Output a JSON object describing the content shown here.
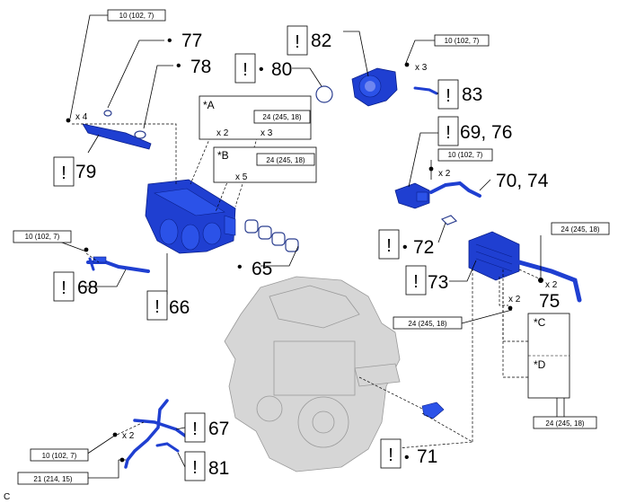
{
  "parts": {
    "p65": "65",
    "p66": "66",
    "p67": "67",
    "p68": "68",
    "p69_76": "69, 76",
    "p70_74": "70, 74",
    "p71": "71",
    "p72": "72",
    "p73": "73",
    "p75": "75",
    "p77": "77",
    "p78": "78",
    "p79": "79",
    "p80": "80",
    "p81": "81",
    "p82": "82",
    "p83": "83"
  },
  "torques": {
    "t10_a": "10 (102, 7)",
    "t10_b": "10 (102, 7)",
    "t10_c": "10 (102, 7)",
    "t10_d": "10 (102, 7)",
    "t10_e": "10 (102, 7)",
    "t24_a": "24 (245, 18)",
    "t24_b": "24 (245, 18)",
    "t24_c": "24 (245, 18)",
    "t24_d": "24 (245, 18)",
    "t24_e": "24 (245, 18)",
    "t21": "21 (214, 15)"
  },
  "quantities": {
    "q_x4": "x 4",
    "q_x2_a": "x 2",
    "q_x3_a": "x 3",
    "q_x5": "x 5",
    "q_x3_b": "x 3",
    "q_x2_b": "x 2",
    "q_x2_c": "x 2",
    "q_x2_d": "x 2",
    "q_x2_e": "x 2"
  },
  "refs": {
    "ref_a": "*A",
    "ref_b": "*B",
    "ref_c": "*C",
    "ref_d": "*D"
  },
  "symbols": {
    "bang": "!",
    "bullet": "•"
  },
  "footer": {
    "code": "C"
  },
  "colors": {
    "part_blue": "#1f3fd1",
    "engine_gray": "#d6d6d6"
  }
}
